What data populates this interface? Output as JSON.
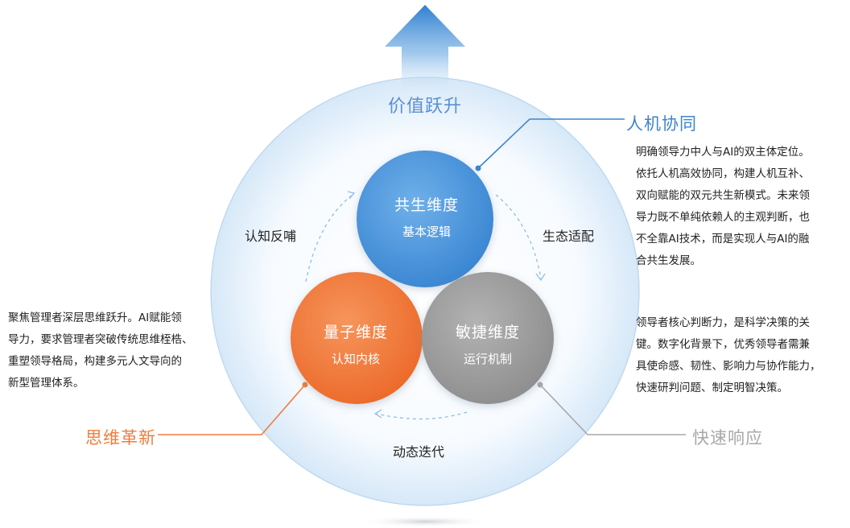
{
  "top_arrow": {
    "label": "价值跃升"
  },
  "circles": {
    "symbiosis": {
      "title": "共生维度",
      "subtitle": "基本逻辑",
      "color": "#4d95d8"
    },
    "quantum": {
      "title": "量子维度",
      "subtitle": "认知内核",
      "color": "#f0773a"
    },
    "agile": {
      "title": "敏捷维度",
      "subtitle": "运行机制",
      "color": "#9a9a9a"
    }
  },
  "arcs": {
    "feedback": "认知反哺",
    "adapt": "生态适配",
    "iterate": "动态迭代"
  },
  "callouts": {
    "collab": {
      "title": "人机协同",
      "color": "#3f84cc",
      "text": "明确领导力中人与AI的双主体定位。\n依托人机高效协同，构建人机互补、\n双向赋能的双元共生新模式。未来领\n导力既不单纯依赖人的主观判断，也\n不全靠AI技术，而是实现人与AI的融\n合共生发展。"
    },
    "response": {
      "title": "快速响应",
      "color": "#a8a8a8",
      "text": "领导者核心判断力，是科学决策的关\n键。数字化背景下，优秀领导者需兼\n具使命感、韧性、影响力与协作能力，\n快速研判问题、制定明智决策。"
    },
    "innovate": {
      "title": "思维革新",
      "color": "#ef7d3c",
      "text": "聚焦管理者深层思维跃升。AI赋能领\n导力，要求管理者突破传统思维桎梏、\n重塑领导格局，构建多元人文导向的\n新型管理体系。"
    }
  }
}
